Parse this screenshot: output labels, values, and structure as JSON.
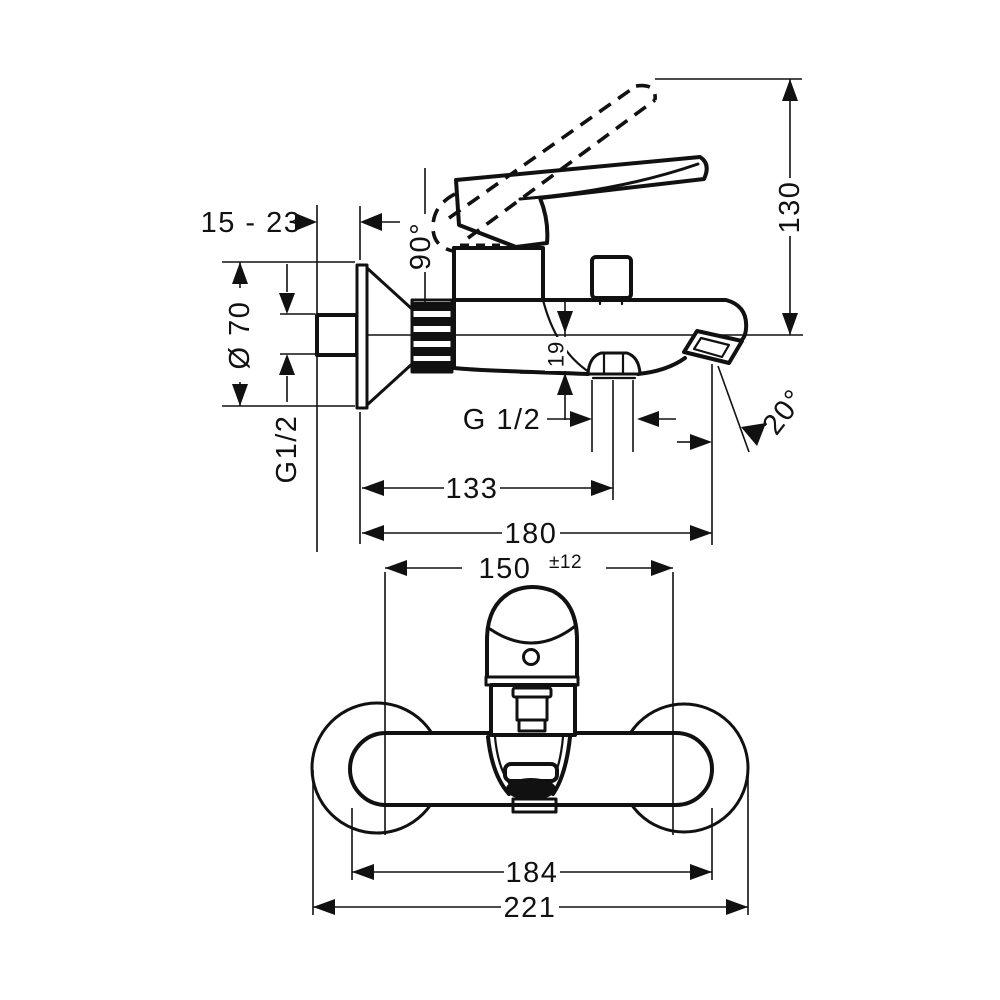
{
  "drawing": {
    "side_view": {
      "dims": {
        "wall_adjust": "15 - 23",
        "escutcheon_diameter": "Ø 70",
        "inlet_thread": "G1/2",
        "swing_angle": "90°",
        "height_above_axis": "130",
        "outlet_drop": "19",
        "shower_thread": "G 1/2",
        "spout_angle": "20°",
        "depth_to_shower_outlet": "133",
        "total_depth": "180"
      }
    },
    "front_view": {
      "dims": {
        "connection_centers": "150",
        "connection_tolerance": "±12",
        "body_width": "184",
        "total_width": "221"
      }
    },
    "colors": {
      "line": "#111111",
      "background": "#ffffff"
    }
  }
}
